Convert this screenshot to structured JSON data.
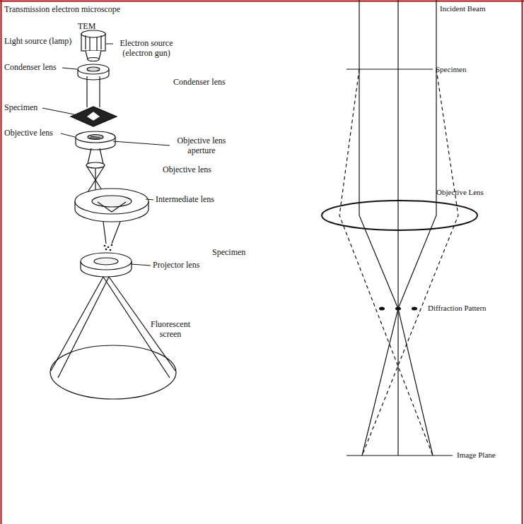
{
  "diagram": {
    "title": "Transmission electron microscope",
    "labels": [
      "TEM",
      "Light source (lamp)",
      "Electron source (electron gun)",
      "Condenser lens",
      "Condenser lens",
      "Specimen",
      "Objective lens",
      "Objective lens aperture",
      "Objective lens",
      "Intermediate lens",
      "Specimen",
      "Projector lens",
      "Fluorescent screen",
      "Incident Beam",
      "Specimen",
      "Objective Lens",
      "Diffraction Pattern",
      "Image Plane"
    ]
  }
}
